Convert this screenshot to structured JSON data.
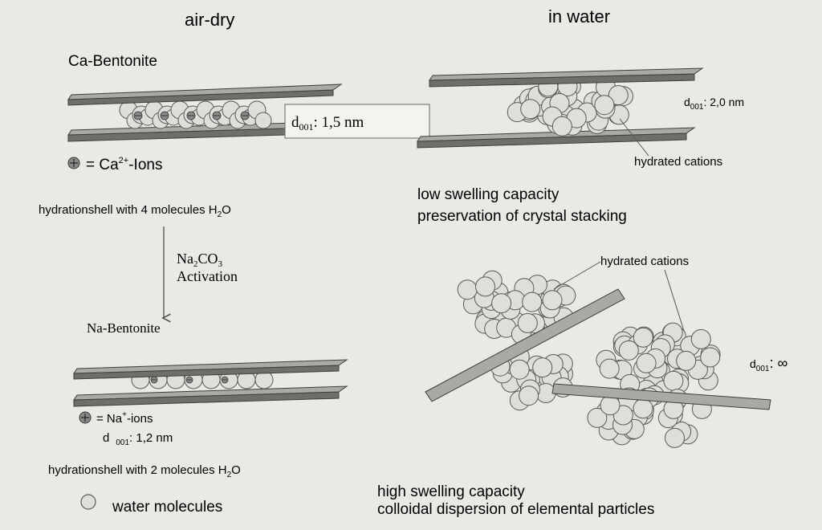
{
  "headings": {
    "air_dry": "air-dry",
    "in_water": "in water"
  },
  "ca_bentonite": {
    "title": "Ca-Bentonite",
    "d_label": "d",
    "d_sub": "001",
    "d_value": ": 1,5 nm",
    "ion_legend_prefix": "= Ca",
    "ion_legend_sup": "2+",
    "ion_legend_suffix": "-Ions",
    "hydration_prefix": "hydrationshell with 4 molecules H",
    "hydration_sub": "2",
    "hydration_suffix": "O"
  },
  "activation": {
    "line1_a": "Na",
    "line1_sub1": "2",
    "line1_b": "CO",
    "line1_sub2": "3",
    "line2": "Activation"
  },
  "na_bentonite": {
    "title": "Na-Bentonite",
    "ion_legend_prefix": "= Na",
    "ion_legend_sup": "+",
    "ion_legend_suffix": "-ions",
    "d_label": "d",
    "d_sub": "001",
    "d_value": ": 1,2 nm",
    "hydration_prefix": "hydrationshell with 2 molecules H",
    "hydration_sub": "2",
    "hydration_suffix": "O"
  },
  "legend_water": "water molecules",
  "in_water": {
    "d_label": "d",
    "d_sub": "001",
    "d_value": ": 2,0 nm",
    "hydrated_cations_1": "hydrated cations",
    "low_swelling_1": "low swelling capacity",
    "low_swelling_2": "preservation of crystal stacking",
    "hydrated_cations_2": "hydrated cations",
    "d_inf_label": "d",
    "d_inf_sub": "001",
    "d_inf_value": ": ∞",
    "high_swelling_1": "high swelling capacity",
    "high_swelling_2": "colloidal dispersion of elemental particles"
  },
  "colors": {
    "sheet_top": "#a9a9a6",
    "sheet_side": "#6e6e6b",
    "bubble_fill": "#dededb",
    "bubble_stroke": "#5a5a58",
    "text": "#1c1c1c"
  }
}
